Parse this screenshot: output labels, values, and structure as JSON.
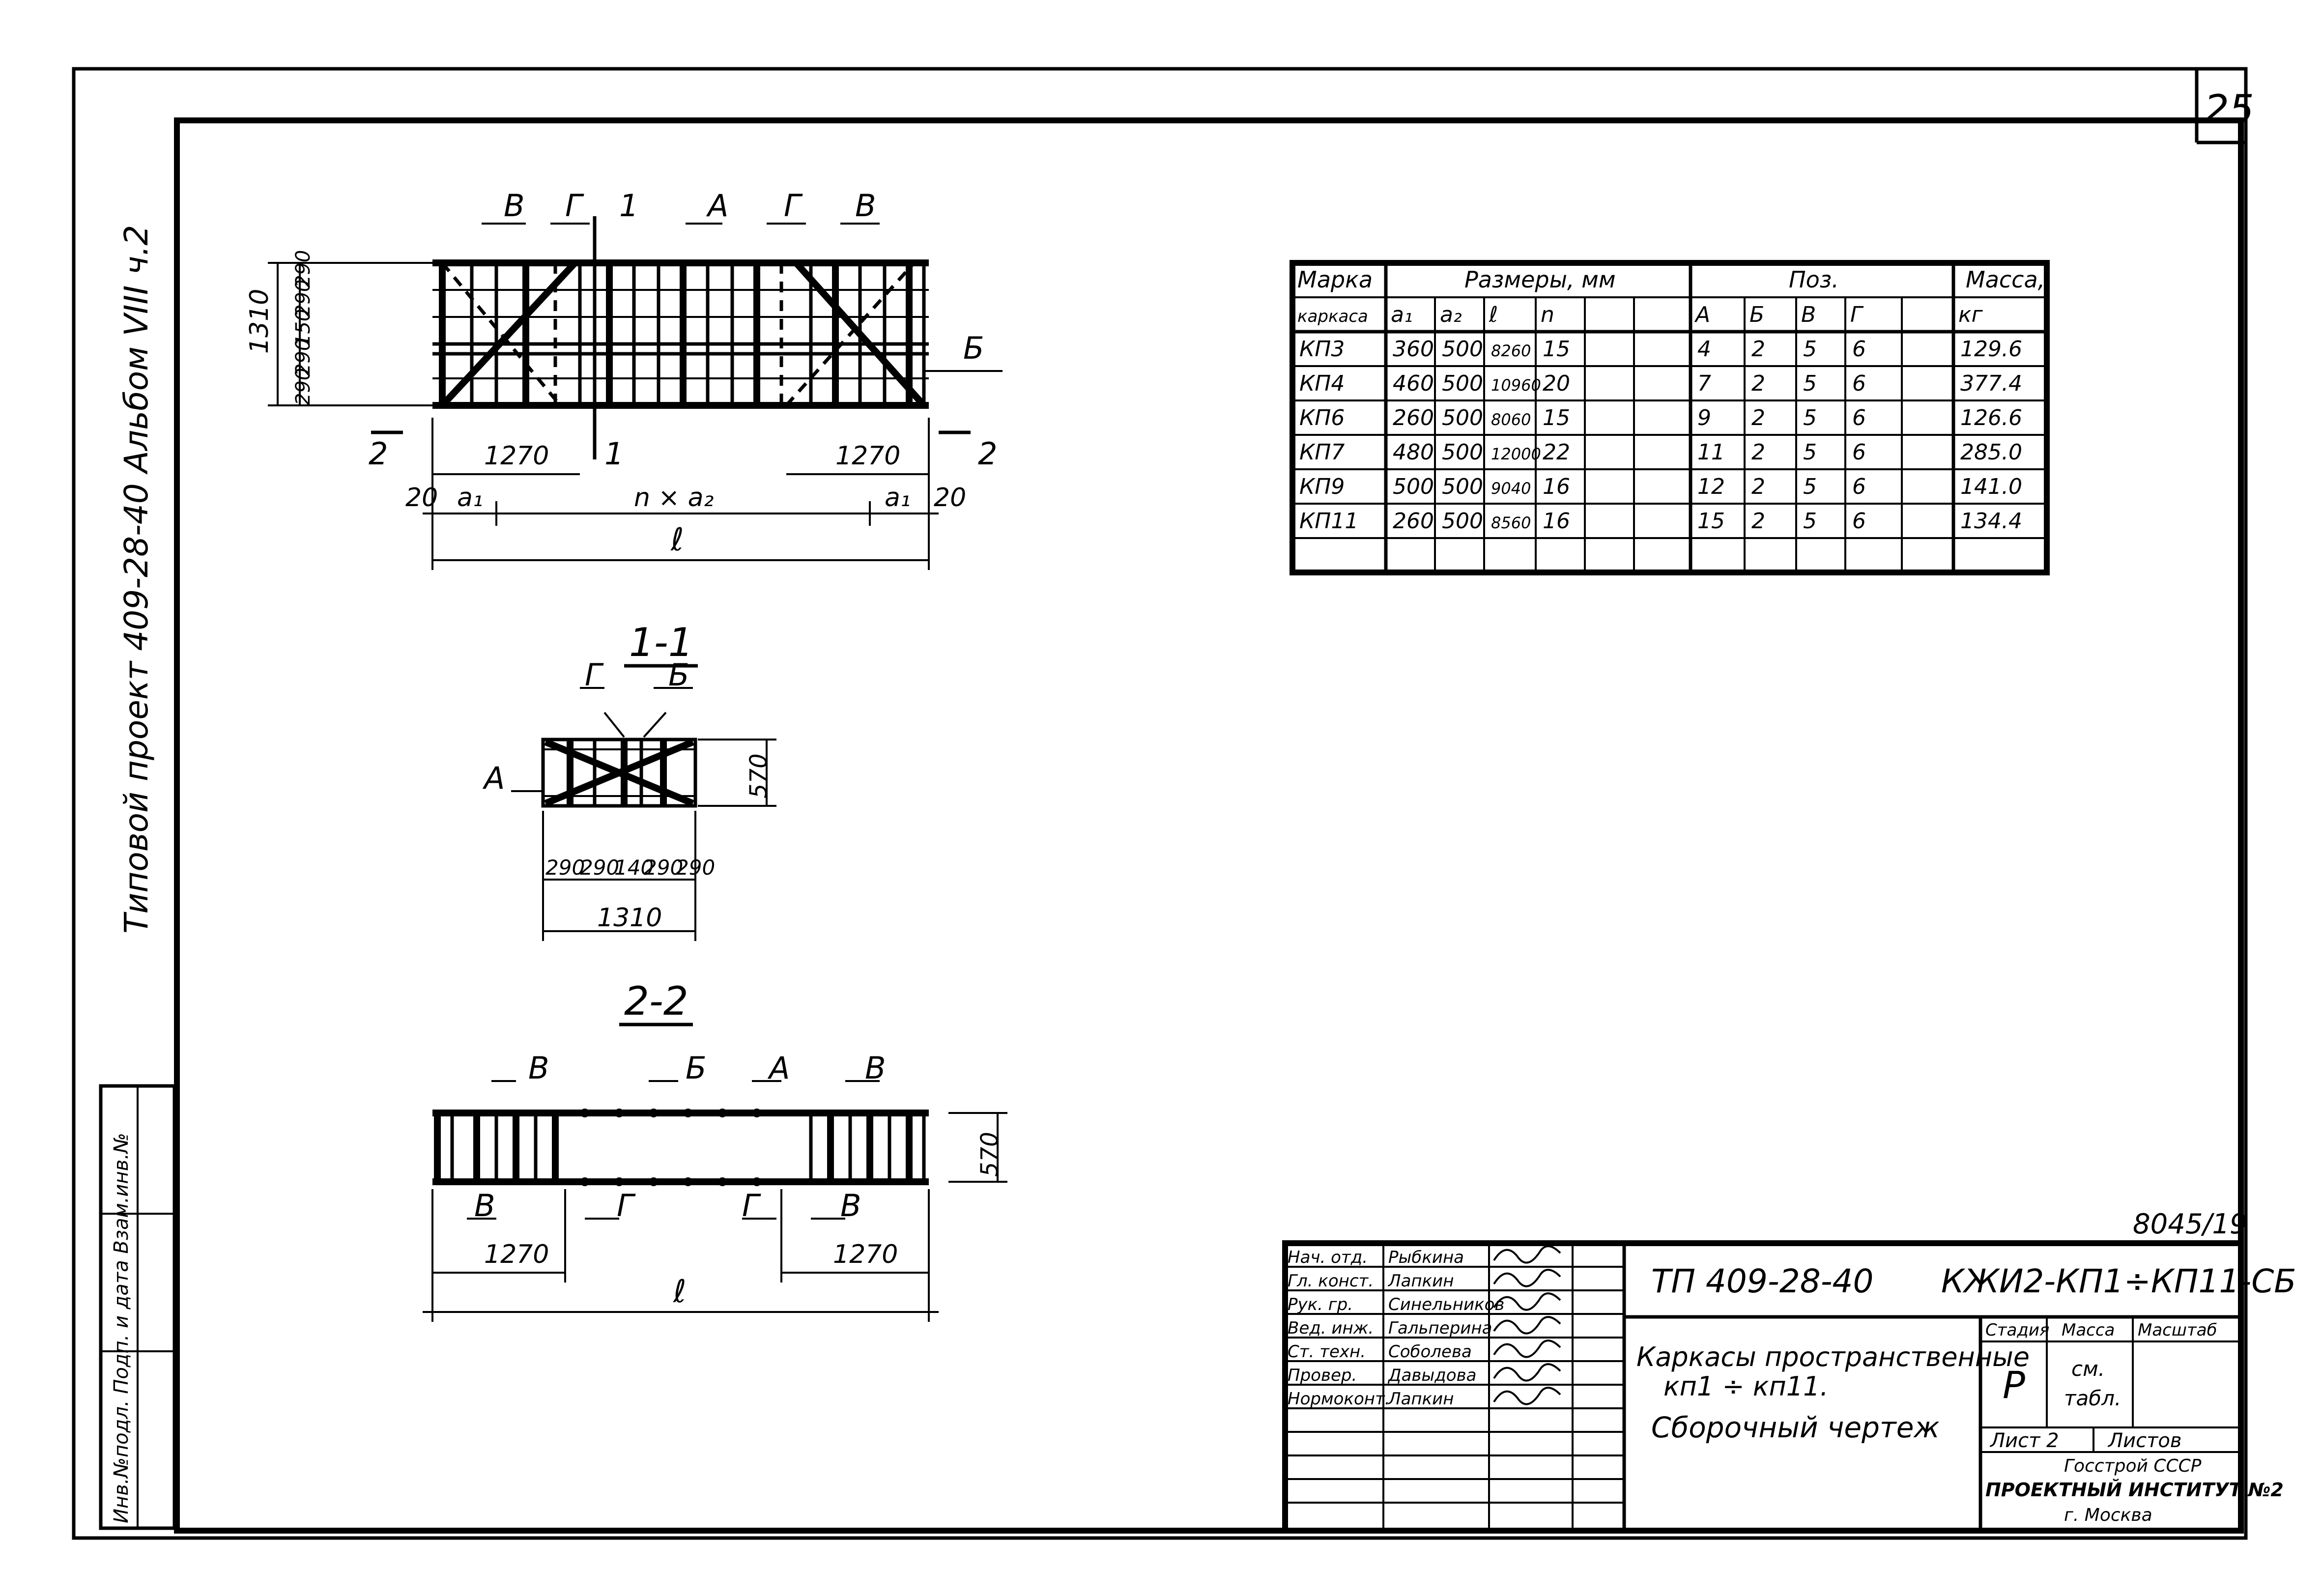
{
  "page_number": "25",
  "sheet_code": "8045/19",
  "side_title": "Типовой проект 409-28-40 Альбом VIII ч.2",
  "side_stamp": "Инв.№подл. Подп. и дата Взам.инв.№",
  "plan": {
    "labels": [
      "В",
      "Г",
      "1",
      "А",
      "Г",
      "В",
      "Б",
      "2",
      "1",
      "1",
      "2"
    ],
    "dims": {
      "height": "1310",
      "vert_parts": [
        "290",
        "290",
        "150",
        "290",
        "290"
      ],
      "left_len": "1270",
      "right_len": "1270",
      "edge": "20",
      "a1": "a₁",
      "mid": "n × a₂",
      "total": "ℓ"
    }
  },
  "section11": {
    "title": "1-1",
    "labels": [
      "Г",
      "Б",
      "А"
    ],
    "dims": {
      "height": "570",
      "parts": [
        "290",
        "290",
        "140",
        "290",
        "290"
      ],
      "total": "1310"
    }
  },
  "section22": {
    "title": "2-2",
    "labels": [
      "В",
      "Б",
      "А",
      "В",
      "В",
      "Г",
      "Г",
      "В"
    ],
    "dims": {
      "height": "570",
      "left": "1270",
      "right": "1270",
      "total": "ℓ"
    }
  },
  "table": {
    "head1": [
      "Марка",
      "Размеры, мм",
      "Поз.",
      "Масса,"
    ],
    "head2": [
      "каркаса",
      "a₁",
      "a₂",
      "ℓ",
      "n",
      "",
      "",
      "А",
      "Б",
      "В",
      "Г",
      "",
      "кг"
    ],
    "rows": [
      [
        "КП3",
        "360",
        "500",
        "8260",
        "15",
        "",
        "",
        "4",
        "2",
        "5",
        "6",
        "",
        "129.6"
      ],
      [
        "КП4",
        "460",
        "500",
        "10960",
        "20",
        "",
        "",
        "7",
        "2",
        "5",
        "6",
        "",
        "377.4"
      ],
      [
        "КП6",
        "260",
        "500",
        "8060",
        "15",
        "",
        "",
        "9",
        "2",
        "5",
        "6",
        "",
        "126.6"
      ],
      [
        "КП7",
        "480",
        "500",
        "12000",
        "22",
        "",
        "",
        "11",
        "2",
        "5",
        "6",
        "",
        "285.0"
      ],
      [
        "КП9",
        "500",
        "500",
        "9040",
        "16",
        "",
        "",
        "12",
        "2",
        "5",
        "6",
        "",
        "141.0"
      ],
      [
        "КП11",
        "260",
        "500",
        "8560",
        "16",
        "",
        "",
        "15",
        "2",
        "5",
        "6",
        "",
        "134.4"
      ]
    ]
  },
  "titleblock": {
    "roles": [
      "Нач. отд.",
      "Гл. конст.",
      "Рук. гр.",
      "Вед. инж.",
      "Ст. техн.",
      "Провер.",
      "Нормоконт."
    ],
    "names": [
      "Рыбкина",
      "Лапкин",
      "Синельников",
      "Гальперина",
      "Соболева",
      "Давыдова",
      "Лапкин"
    ],
    "doc_number": "ТП 409-28-40",
    "doc_code": "КЖИ2-КП1÷КП11-СБ",
    "title_line1": "Каркасы пространственные",
    "title_line2": "кп1 ÷ кп11.",
    "title_line3": "Сборочный чертеж",
    "stage_hdr": "Стадия",
    "mass_hdr": "Масса",
    "scale_hdr": "Масштаб",
    "stage": "Р",
    "mass_val1": "см.",
    "mass_val2": "табл.",
    "sheet": "Лист 2",
    "sheets": "Листов",
    "org1": "Госстрой СССР",
    "org2": "ПРОЕКТНЫЙ ИНСТИТУТ №2",
    "org3": "г. Москва"
  }
}
